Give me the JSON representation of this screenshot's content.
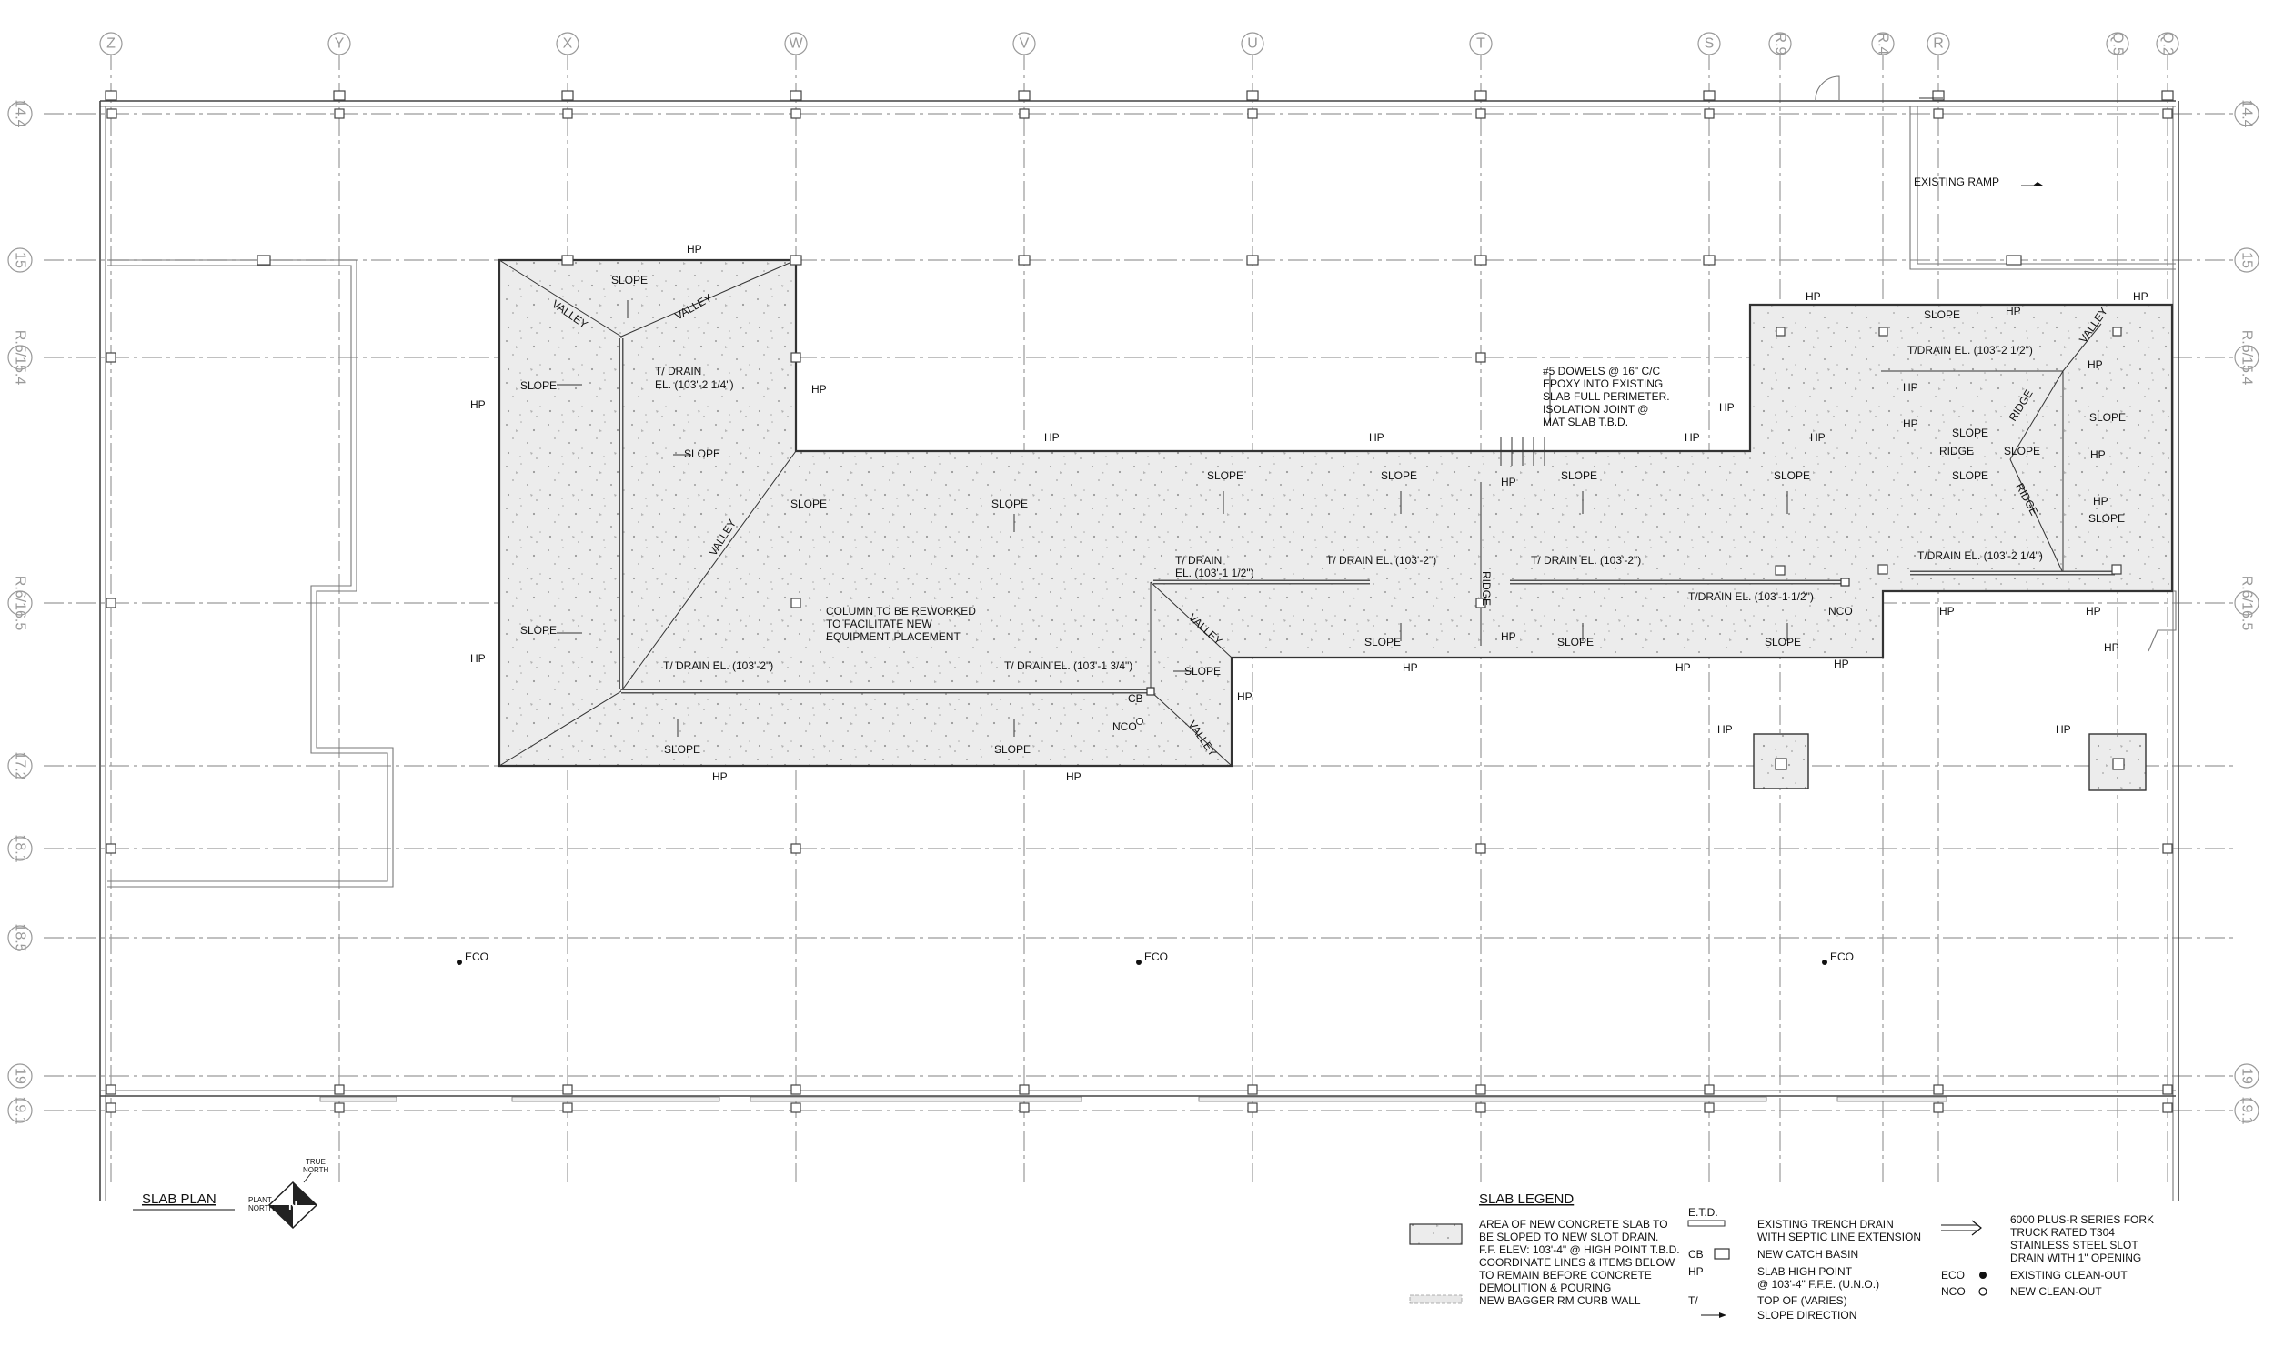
{
  "grid": {
    "columns": [
      "Z",
      "Y",
      "X",
      "W",
      "V",
      "U",
      "T",
      "S",
      "R.9",
      "R.4",
      "R",
      "Q.5",
      "Q.2"
    ],
    "rows": [
      "14.4",
      "15",
      "R.5/15.4",
      "R.6/16.5",
      "17.2",
      "18.1",
      "18.5",
      "19",
      "19.1"
    ]
  },
  "labels": {
    "hp": "HP",
    "slope": "SLOPE",
    "valley": "VALLEY",
    "ridge": "RIDGE",
    "cb": "CB",
    "nco": "NCO",
    "eco": "ECO",
    "existing_ramp": "EXISTING RAMP",
    "t_drain_a1": "T/ DRAIN",
    "t_drain_a2": "EL. (103'-2 1/4\")",
    "t_drain_b": "T/ DRAIN EL. (103'-2\")",
    "t_drain_c": "T/ DRAIN EL. (103'-1 3/4\")",
    "t_drain_d1": "T/ DRAIN",
    "t_drain_d2": "EL. (103'-1 1/2\")",
    "t_drain_e": "T/ DRAIN EL. (103'-2\")",
    "t_drain_f": "T/ DRAIN EL. (103'-2\")",
    "t_drain_g": "T/DRAIN EL. (103'-1 1/2\")",
    "t_drain_h": "T/DRAIN EL. (103'-2 1/2\")",
    "t_drain_i": "T/DRAIN EL. (103'-2 1/4\")",
    "column_note": [
      "COLUMN TO BE REWORKED",
      "TO FACILITATE NEW",
      "EQUIPMENT PLACEMENT"
    ],
    "dowel_note": [
      "#5 DOWELS @ 16\" C/C",
      "EPOXY INTO EXISTING",
      "SLAB FULL PERIMETER.",
      "ISOLATION JOINT @",
      "MAT  SLAB T.B.D."
    ]
  },
  "title": {
    "plan": "SLAB PLAN",
    "true_north": [
      "TRUE",
      "NORTH"
    ],
    "plant_north": [
      "PLANT",
      "NORTH"
    ]
  },
  "legend": {
    "heading": "SLAB LEGEND",
    "new_slab": [
      "AREA OF NEW CONCRETE SLAB TO",
      "BE SLOPED TO NEW SLOT DRAIN.",
      "F.F. ELEV: 103'-4\" @ HIGH POINT T.B.D.",
      "COORDINATE LINES & ITEMS BELOW",
      "TO REMAIN BEFORE CONCRETE",
      "DEMOLITION & POURING"
    ],
    "curb_wall": "NEW BAGGER RM CURB WALL",
    "etd_symbol": "E.T.D.",
    "etd_desc": [
      "EXISTING TRENCH DRAIN",
      "WITH SEPTIC LINE EXTENSION"
    ],
    "cb_symbol": "CB",
    "cb_desc": "NEW CATCH BASIN",
    "hp_symbol": "HP",
    "hp_desc": [
      "SLAB HIGH POINT",
      "@ 103'-4\" F.F.E. (U.N.O.)"
    ],
    "t_symbol": "T/",
    "t_desc": "TOP OF (VARIES)",
    "slope_desc": "SLOPE DIRECTION",
    "slot_drain_desc": [
      "6000 PLUS-R SERIES FORK",
      "TRUCK RATED T304",
      "STAINLESS STEEL SLOT",
      "DRAIN WITH 1\" OPENING"
    ],
    "eco_symbol": "ECO",
    "eco_desc": "EXISTING CLEAN-OUT",
    "nco_symbol": "NCO",
    "nco_desc": "NEW CLEAN-OUT"
  },
  "icons": {
    "north_arrow": "north-arrow-icon",
    "new_clean_out": "hollow-circle-icon",
    "existing_clean_out": "filled-circle-icon"
  }
}
